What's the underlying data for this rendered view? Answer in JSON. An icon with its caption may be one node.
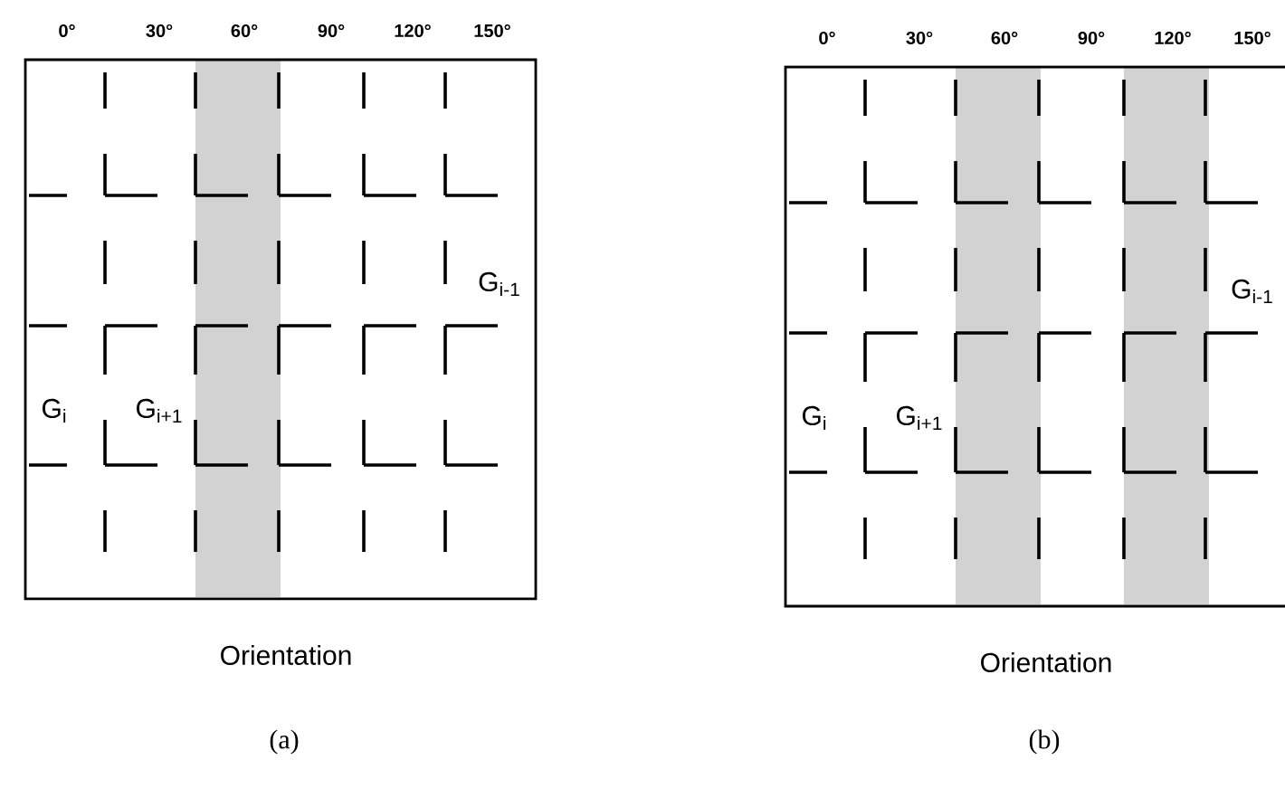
{
  "diagram": {
    "nodes": [
      {
        "text": [
          "G$_{i}$",
          "G$_{i+1}$",
          "G$_{i-1}$"
        ]
      },
      {
        "text": [
          "G$_{i}$",
          "G$_{i+1}$",
          "G$_{i-1}$"
        ]
      }
    ],
    "edges": [],
    "labels": [
      "0°",
      "30°",
      "60°",
      "90°",
      "120°",
      "150°",
      "Orientation",
      "(a)",
      "0°",
      "30°",
      "60°",
      "90°",
      "120°",
      "150°",
      "Orientation",
      "(b)"
    ]
  }
}
